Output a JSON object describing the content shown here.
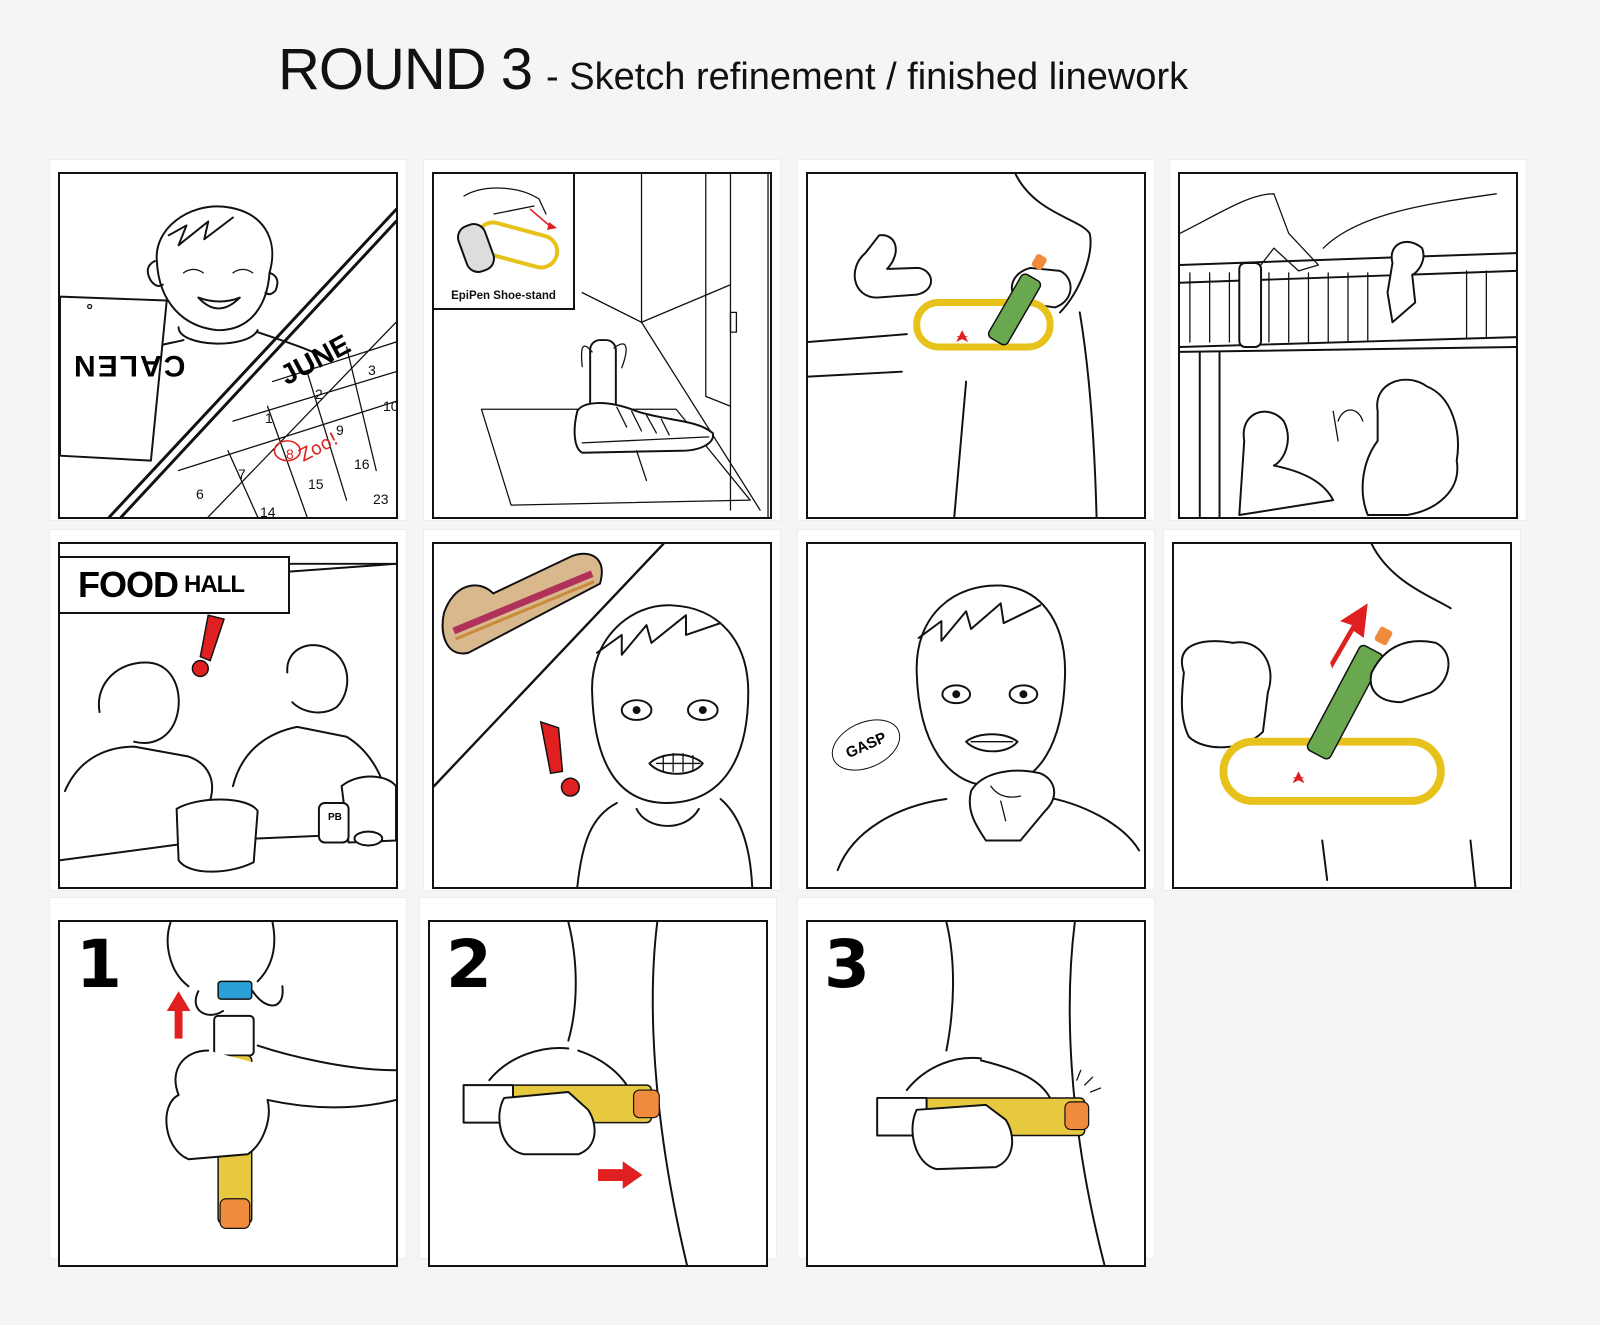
{
  "title": {
    "main": "ROUND 3",
    "subtitle": "- Sketch refinement / finished linework"
  },
  "panels": {
    "p1": {
      "calendar_word": "CALEN",
      "month": "JUNE",
      "note": "Zoo!",
      "days": [
        "1",
        "2",
        "3",
        "6",
        "7",
        "8",
        "9",
        "10",
        "14",
        "15",
        "16",
        "23"
      ]
    },
    "p2": {
      "inset_label": "EpiPen Shoe-stand"
    },
    "p5": {
      "sign_big": "FOOD",
      "sign_small": "HALL",
      "jar_label": "PB"
    },
    "p7": {
      "sound": "GASP"
    },
    "p9": {
      "step": "1"
    },
    "p10": {
      "step": "2"
    },
    "p11": {
      "step": "3"
    }
  },
  "colors": {
    "accent_red": "#e02020",
    "pouch_yellow": "#e6c21a",
    "pen_orange": "#f08a3c",
    "pen_blue": "#2a9fd8",
    "pen_label_yellow": "#e7c940",
    "pen_green": "#6aa84f"
  },
  "icons": [
    "exclamation-icon",
    "arrow-up-icon",
    "arrow-right-icon",
    "medical-star-icon"
  ]
}
